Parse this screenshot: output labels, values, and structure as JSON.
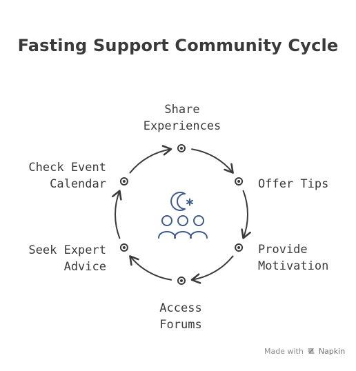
{
  "title": "Fasting Support Community Cycle",
  "nodes": [
    {
      "id": "share",
      "lines": [
        "Share",
        "Experiences"
      ]
    },
    {
      "id": "tips",
      "lines": [
        "Offer Tips"
      ]
    },
    {
      "id": "motivation",
      "lines": [
        "Provide",
        "Motivation"
      ]
    },
    {
      "id": "forums",
      "lines": [
        "Access",
        "Forums"
      ]
    },
    {
      "id": "advice",
      "lines": [
        "Seek Expert",
        "Advice"
      ]
    },
    {
      "id": "calendar",
      "lines": [
        "Check Event",
        "Calendar"
      ]
    }
  ],
  "center_icon": "crescent-star-community-icon",
  "watermark": {
    "prefix": "Made with",
    "brand": "Napkin",
    "icon": "napkin-logo-icon"
  },
  "colors": {
    "text": "#3a3a3a",
    "arrow": "#3a3a3a",
    "icon": "#3d5a8a"
  }
}
